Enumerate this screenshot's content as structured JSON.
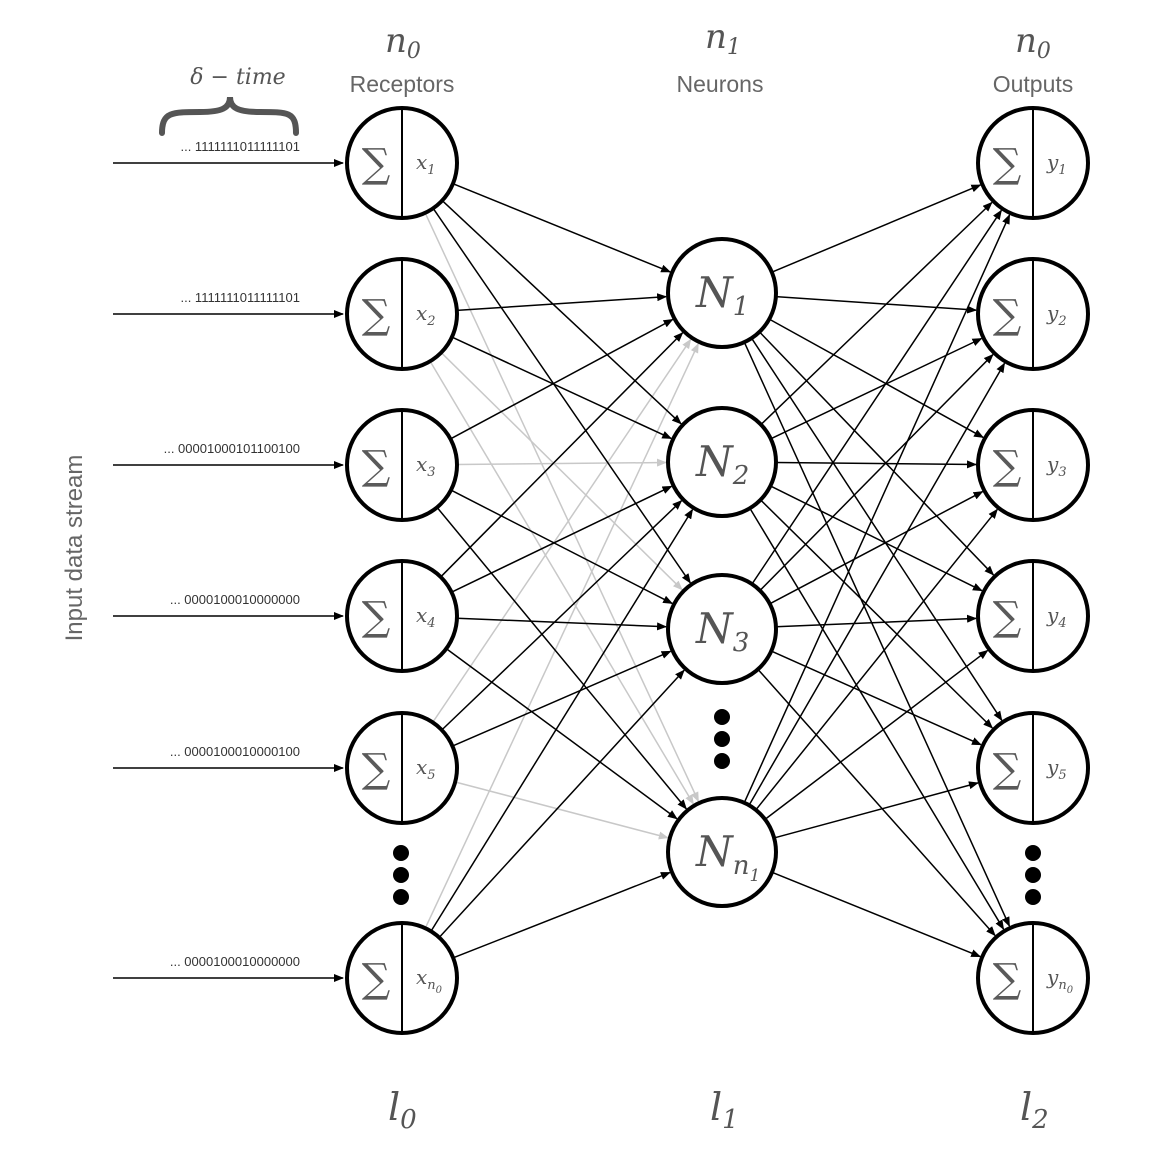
{
  "header": {
    "receptors": {
      "symbol": "n",
      "sub": "0",
      "label": "Receptors"
    },
    "neurons": {
      "symbol": "n",
      "sub": "1",
      "label": "Neurons"
    },
    "outputs": {
      "symbol": "n",
      "sub": "0",
      "label": "Outputs"
    }
  },
  "delta_time_label": "δ − time",
  "side_label": "Input data stream",
  "streams": [
    "... 1111111011111101",
    "... 1111111011111101",
    "... 00001000101100100",
    "... 0000100010000000",
    "... 0000100010000100",
    "... 0000100010000000"
  ],
  "receptors": [
    {
      "var": "x",
      "sub": "1"
    },
    {
      "var": "x",
      "sub": "2"
    },
    {
      "var": "x",
      "sub": "3"
    },
    {
      "var": "x",
      "sub": "4"
    },
    {
      "var": "x",
      "sub": "5"
    },
    {
      "var": "x",
      "sub": "n",
      "subsub": "0"
    }
  ],
  "neurons": [
    {
      "var": "N",
      "sub": "1"
    },
    {
      "var": "N",
      "sub": "2"
    },
    {
      "var": "N",
      "sub": "3"
    },
    {
      "var": "N",
      "sub": "n",
      "subsub": "1"
    }
  ],
  "outputs": [
    {
      "var": "y",
      "sub": "1"
    },
    {
      "var": "y",
      "sub": "2"
    },
    {
      "var": "y",
      "sub": "3"
    },
    {
      "var": "y",
      "sub": "4"
    },
    {
      "var": "y",
      "sub": "5"
    },
    {
      "var": "y",
      "sub": "n",
      "subsub": "0"
    }
  ],
  "sigma_symbol": "∑",
  "layers": [
    {
      "symbol": "l",
      "sub": "0"
    },
    {
      "symbol": "l",
      "sub": "1"
    },
    {
      "symbol": "l",
      "sub": "2"
    }
  ],
  "colors": {
    "edge_strong": "#000000",
    "edge_weak": "#c8c8c8",
    "text_gray": "#666666"
  },
  "connections_l0_l1": {
    "strong": [
      [
        0,
        0
      ],
      [
        0,
        1
      ],
      [
        0,
        2
      ],
      [
        1,
        0
      ],
      [
        1,
        1
      ],
      [
        2,
        0
      ],
      [
        2,
        2
      ],
      [
        2,
        3
      ],
      [
        3,
        0
      ],
      [
        3,
        1
      ],
      [
        3,
        2
      ],
      [
        3,
        3
      ],
      [
        4,
        1
      ],
      [
        4,
        2
      ],
      [
        5,
        1
      ],
      [
        5,
        2
      ],
      [
        5,
        3
      ]
    ],
    "weak": [
      [
        0,
        3
      ],
      [
        1,
        2
      ],
      [
        1,
        3
      ],
      [
        2,
        1
      ],
      [
        3,
        0
      ],
      [
        4,
        0
      ],
      [
        4,
        3
      ],
      [
        5,
        0
      ]
    ]
  },
  "connections_l1_l2": [
    [
      0,
      0
    ],
    [
      0,
      1
    ],
    [
      0,
      2
    ],
    [
      0,
      3
    ],
    [
      0,
      4
    ],
    [
      0,
      5
    ],
    [
      1,
      0
    ],
    [
      1,
      1
    ],
    [
      1,
      2
    ],
    [
      1,
      3
    ],
    [
      1,
      4
    ],
    [
      1,
      5
    ],
    [
      2,
      0
    ],
    [
      2,
      1
    ],
    [
      2,
      2
    ],
    [
      2,
      3
    ],
    [
      2,
      4
    ],
    [
      2,
      5
    ],
    [
      3,
      0
    ],
    [
      3,
      1
    ],
    [
      3,
      2
    ],
    [
      3,
      3
    ],
    [
      3,
      4
    ],
    [
      3,
      5
    ]
  ]
}
